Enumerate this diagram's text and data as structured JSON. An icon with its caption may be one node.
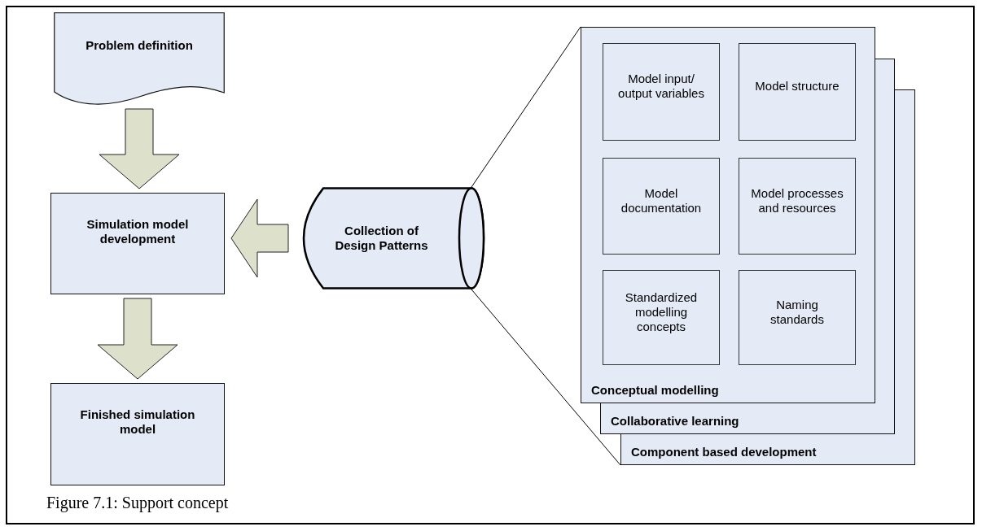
{
  "diagram": {
    "caption": "Figure 7.1: Support concept",
    "nodes": [
      {
        "text": [
          "Problem definition"
        ]
      },
      {
        "text": [
          "Simulation model development"
        ]
      },
      {
        "text": [
          "Finished simulation model"
        ]
      },
      {
        "text": [
          "Collection of Design Patterns"
        ]
      },
      {
        "text": [
          "Conceptual modelling"
        ]
      },
      {
        "text": [
          "Model input/ output variables"
        ],
        "in": 4
      },
      {
        "text": [
          "Model structure"
        ],
        "in": 4
      },
      {
        "text": [
          "Model documentation"
        ],
        "in": 4
      },
      {
        "text": [
          "Model processes and resources"
        ],
        "in": 4
      },
      {
        "text": [
          "Standardized modelling concepts"
        ],
        "in": 4
      },
      {
        "text": [
          "Naming standards"
        ],
        "in": 4
      },
      {
        "text": [
          "Collaborative learning"
        ]
      },
      {
        "text": [
          "Component based development"
        ]
      },
      {
        "text": [],
        "shape": "box"
      },
      {
        "text": [],
        "shape": "box"
      }
    ],
    "edges": [
      {
        "from": 0,
        "to": 1,
        "arrow": "to",
        "style": "thick"
      },
      {
        "from": 1,
        "to": 2,
        "arrow": "to",
        "style": "thick"
      },
      {
        "from": 3,
        "to": 1,
        "arrow": "to",
        "style": "thick"
      },
      {
        "from": 3,
        "to": 4,
        "arrow": "none"
      },
      {
        "from": 3,
        "to": 12,
        "arrow": "none"
      }
    ]
  }
}
